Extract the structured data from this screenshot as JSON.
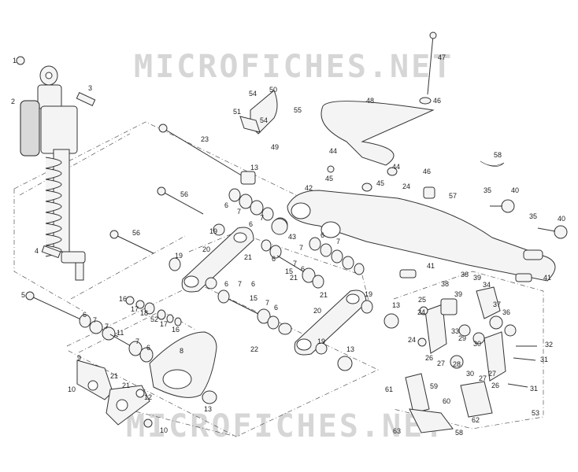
{
  "watermark": {
    "top": "MICROFICHES.NET",
    "bottom": "MICROFICHES.NET"
  },
  "callouts": [
    {
      "id": "c1",
      "text": "1"
    },
    {
      "id": "c2",
      "text": "2"
    },
    {
      "id": "c3",
      "text": "3"
    },
    {
      "id": "c4",
      "text": "4"
    },
    {
      "id": "c5",
      "text": "5"
    },
    {
      "id": "c6a",
      "text": "6"
    },
    {
      "id": "c7a",
      "text": "7"
    },
    {
      "id": "c7b",
      "text": "7"
    },
    {
      "id": "c11",
      "text": "11"
    },
    {
      "id": "c7c",
      "text": "7"
    },
    {
      "id": "c6b",
      "text": "6"
    },
    {
      "id": "c8",
      "text": "8"
    },
    {
      "id": "c9",
      "text": "9"
    },
    {
      "id": "c10a",
      "text": "10"
    },
    {
      "id": "c21a",
      "text": "21"
    },
    {
      "id": "c21b",
      "text": "21"
    },
    {
      "id": "c12",
      "text": "12"
    },
    {
      "id": "c13a",
      "text": "13"
    },
    {
      "id": "c10b",
      "text": "10"
    },
    {
      "id": "c16a",
      "text": "16"
    },
    {
      "id": "c17a",
      "text": "17"
    },
    {
      "id": "c18",
      "text": "18"
    },
    {
      "id": "c52",
      "text": "52"
    },
    {
      "id": "c17b",
      "text": "17"
    },
    {
      "id": "c16b",
      "text": "16"
    },
    {
      "id": "c23",
      "text": "23"
    },
    {
      "id": "c13b",
      "text": "13"
    },
    {
      "id": "c56a",
      "text": "56"
    },
    {
      "id": "c56b",
      "text": "56"
    },
    {
      "id": "c19a",
      "text": "19"
    },
    {
      "id": "c19b",
      "text": "19"
    },
    {
      "id": "c20a",
      "text": "20"
    },
    {
      "id": "c21c",
      "text": "21"
    },
    {
      "id": "c6c",
      "text": "6"
    },
    {
      "id": "c7d",
      "text": "7"
    },
    {
      "id": "c6d",
      "text": "6"
    },
    {
      "id": "c7e",
      "text": "7"
    },
    {
      "id": "c15a",
      "text": "15"
    },
    {
      "id": "c7f",
      "text": "7"
    },
    {
      "id": "c6e",
      "text": "6"
    },
    {
      "id": "c21d",
      "text": "21"
    },
    {
      "id": "c22",
      "text": "22"
    },
    {
      "id": "c20b",
      "text": "20"
    },
    {
      "id": "c19c",
      "text": "19"
    },
    {
      "id": "c13c",
      "text": "13"
    },
    {
      "id": "c13d",
      "text": "13"
    },
    {
      "id": "c6f",
      "text": "6"
    },
    {
      "id": "c7g",
      "text": "7"
    },
    {
      "id": "c6g",
      "text": "6"
    },
    {
      "id": "c43",
      "text": "43"
    },
    {
      "id": "c6h",
      "text": "6"
    },
    {
      "id": "c7h",
      "text": "7"
    },
    {
      "id": "c6i",
      "text": "6"
    },
    {
      "id": "c7i",
      "text": "7"
    },
    {
      "id": "c15b",
      "text": "15"
    },
    {
      "id": "c7j",
      "text": "7"
    },
    {
      "id": "c6j",
      "text": "6"
    },
    {
      "id": "c21e",
      "text": "21"
    },
    {
      "id": "c19d",
      "text": "19"
    },
    {
      "id": "c42",
      "text": "42"
    },
    {
      "id": "c41a",
      "text": "41"
    },
    {
      "id": "c41b",
      "text": "41"
    },
    {
      "id": "c48",
      "text": "48"
    },
    {
      "id": "c47",
      "text": "47"
    },
    {
      "id": "c46a",
      "text": "46"
    },
    {
      "id": "c46b",
      "text": "46"
    },
    {
      "id": "c44a",
      "text": "44"
    },
    {
      "id": "c44b",
      "text": "44"
    },
    {
      "id": "c45a",
      "text": "45"
    },
    {
      "id": "c45b",
      "text": "45"
    },
    {
      "id": "c24a",
      "text": "24"
    },
    {
      "id": "c57",
      "text": "57"
    },
    {
      "id": "c58a",
      "text": "58"
    },
    {
      "id": "c35a",
      "text": "35"
    },
    {
      "id": "c40a",
      "text": "40"
    },
    {
      "id": "c35b",
      "text": "35"
    },
    {
      "id": "c40b",
      "text": "40"
    },
    {
      "id": "c50",
      "text": "50"
    },
    {
      "id": "c54a",
      "text": "54"
    },
    {
      "id": "c51",
      "text": "51"
    },
    {
      "id": "c54b",
      "text": "54"
    },
    {
      "id": "c49",
      "text": "49"
    },
    {
      "id": "c55",
      "text": "55"
    },
    {
      "id": "c38a",
      "text": "38"
    },
    {
      "id": "c38b",
      "text": "38"
    },
    {
      "id": "c39a",
      "text": "39"
    },
    {
      "id": "c39b",
      "text": "39"
    },
    {
      "id": "c34",
      "text": "34"
    },
    {
      "id": "c25",
      "text": "25"
    },
    {
      "id": "c24b",
      "text": "24"
    },
    {
      "id": "c33",
      "text": "33"
    },
    {
      "id": "c37",
      "text": "37"
    },
    {
      "id": "c36",
      "text": "36"
    },
    {
      "id": "c24c",
      "text": "24"
    },
    {
      "id": "c26a",
      "text": "26"
    },
    {
      "id": "c29",
      "text": "29"
    },
    {
      "id": "c30a",
      "text": "30"
    },
    {
      "id": "c32",
      "text": "32"
    },
    {
      "id": "c31a",
      "text": "31"
    },
    {
      "id": "c28",
      "text": "28"
    },
    {
      "id": "c27a",
      "text": "27"
    },
    {
      "id": "c30b",
      "text": "30"
    },
    {
      "id": "c27b",
      "text": "27"
    },
    {
      "id": "c26b",
      "text": "26"
    },
    {
      "id": "c27c",
      "text": "27"
    },
    {
      "id": "c31b",
      "text": "31"
    },
    {
      "id": "c53",
      "text": "53"
    },
    {
      "id": "c61",
      "text": "61"
    },
    {
      "id": "c59",
      "text": "59"
    },
    {
      "id": "c60",
      "text": "60"
    },
    {
      "id": "c62",
      "text": "62"
    },
    {
      "id": "c63",
      "text": "63"
    },
    {
      "id": "c58b",
      "text": "58"
    }
  ]
}
